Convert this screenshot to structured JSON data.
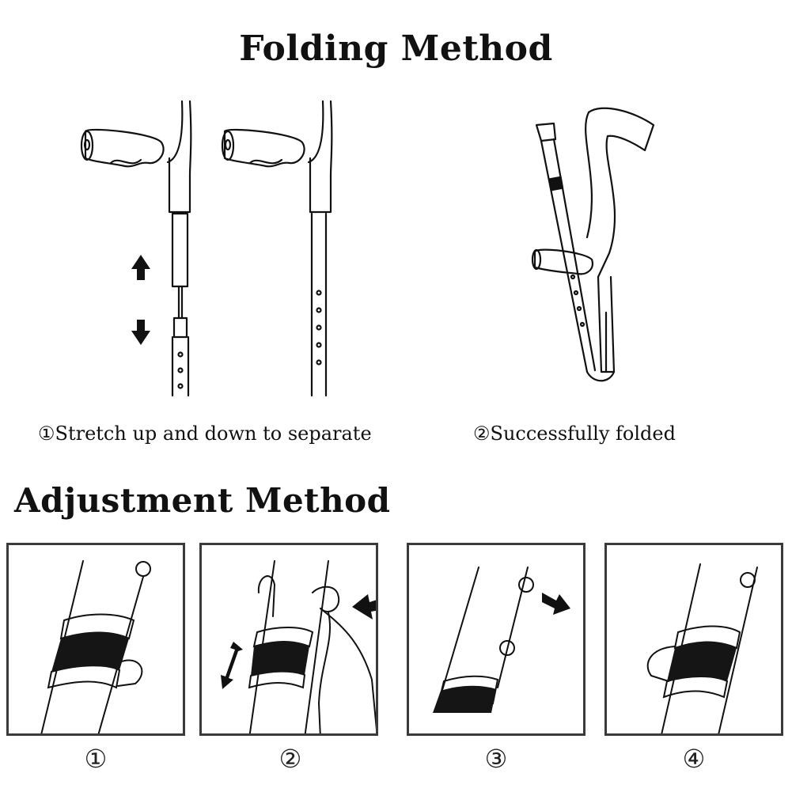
{
  "folding": {
    "title": "Folding Method",
    "step1_caption": "①Stretch up and down to separate",
    "step2_caption": "②Successfully folded"
  },
  "adjustment": {
    "title": "Adjustment Method",
    "steps": [
      "①",
      "②",
      "③",
      "④"
    ]
  },
  "icons": [
    "arrow-up-icon",
    "arrow-down-icon",
    "arrow-right-icon",
    "double-arrow-icon"
  ],
  "colors": {
    "ink": "#111111",
    "panel_border": "#3a3a3a",
    "band": "#151515"
  }
}
